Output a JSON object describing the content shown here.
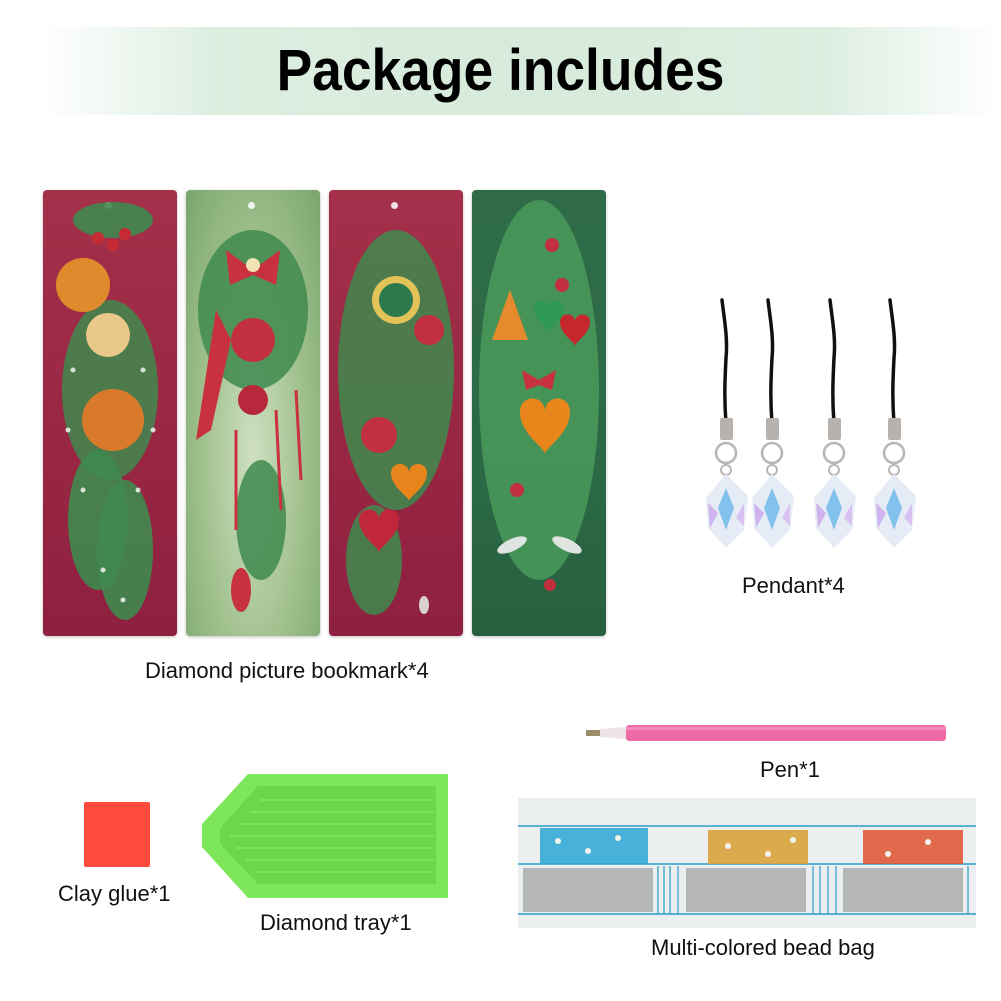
{
  "header": {
    "title": "Package includes"
  },
  "bookmarks": {
    "label": "Diamond picture bookmark*4",
    "items": [
      {
        "name": "bookmark-1",
        "background": "#9a2844",
        "theme": "orange ornaments with pine leaves"
      },
      {
        "name": "bookmark-2",
        "background": "#a9c796",
        "theme": "red bow and red ornament"
      },
      {
        "name": "bookmark-3",
        "background": "#9a2844",
        "theme": "green medallion and hearts"
      },
      {
        "name": "bookmark-4",
        "background": "#2d6a47",
        "theme": "bell, hearts and feathers"
      }
    ]
  },
  "pendants": {
    "label": "Pendant*4",
    "count": 4
  },
  "pen": {
    "label": "Pen*1",
    "color": "#f06aa8"
  },
  "clay_glue": {
    "label": "Clay glue*1",
    "color": "#ff4b3e"
  },
  "tray": {
    "label": "Diamond tray*1",
    "color": "#7ee65a"
  },
  "bead_bag": {
    "label": "Multi-colored bead bag",
    "colors": [
      "#2aa6d6",
      "#d9a23a",
      "#e0502f"
    ]
  }
}
